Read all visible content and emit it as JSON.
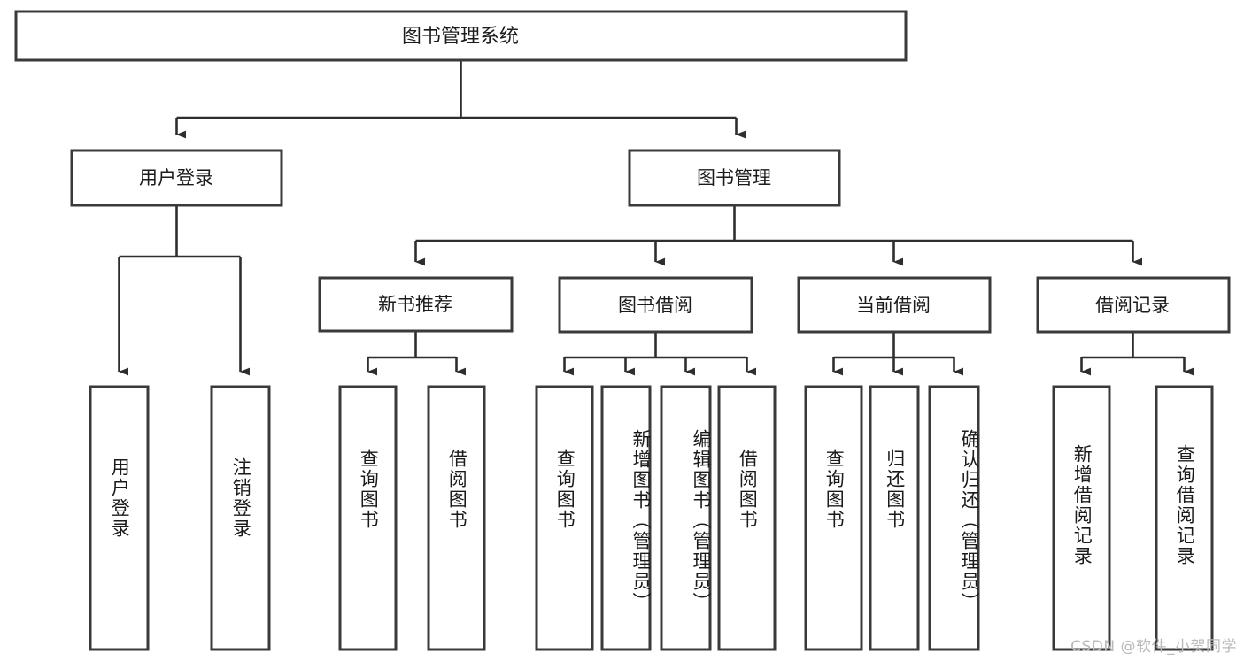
{
  "diagram": {
    "title": "图书管理系统",
    "type": "hierarchy-tree",
    "watermark": "CSDN @软件_小贺同学",
    "colors": {
      "background": "#ffffff",
      "box_stroke": "#3a3a3a",
      "edge_stroke": "#2e2e2e",
      "text": "#1b1b1b",
      "watermark": "#b9b9b9"
    },
    "nodes": {
      "root": {
        "label": "图书管理系统",
        "level": 1
      },
      "level2": [
        {
          "id": "user-login",
          "label": "用户登录"
        },
        {
          "id": "book-manage",
          "label": "图书管理"
        }
      ],
      "level3": [
        {
          "id": "new-book-recommend",
          "label": "新书推荐",
          "parent": "book-manage"
        },
        {
          "id": "book-borrow",
          "label": "图书借阅",
          "parent": "book-manage"
        },
        {
          "id": "current-borrow",
          "label": "当前借阅",
          "parent": "book-manage"
        },
        {
          "id": "borrow-record",
          "label": "借阅记录",
          "parent": "book-manage"
        }
      ],
      "leaves": [
        {
          "id": "leaf-user-login",
          "label": "用户登录",
          "parent": "user-login"
        },
        {
          "id": "leaf-logout-login",
          "label": "注销登录",
          "parent": "user-login"
        },
        {
          "id": "leaf-query-book-1",
          "label": "查询图书",
          "parent": "new-book-recommend"
        },
        {
          "id": "leaf-borrow-book-1",
          "label": "借阅图书",
          "parent": "new-book-recommend"
        },
        {
          "id": "leaf-query-book-2",
          "label": "查询图书",
          "parent": "book-borrow"
        },
        {
          "id": "leaf-add-book",
          "label": "新增图书（管理员）",
          "parent": "book-borrow"
        },
        {
          "id": "leaf-edit-book",
          "label": "编辑图书（管理员）",
          "parent": "book-borrow"
        },
        {
          "id": "leaf-borrow-book-2",
          "label": "借阅图书",
          "parent": "book-borrow"
        },
        {
          "id": "leaf-query-book-3",
          "label": "查询图书",
          "parent": "current-borrow"
        },
        {
          "id": "leaf-return-book",
          "label": "归还图书",
          "parent": "current-borrow"
        },
        {
          "id": "leaf-confirm-return",
          "label": "确认归还（管理员）",
          "parent": "current-borrow"
        },
        {
          "id": "leaf-add-record",
          "label": "新增借阅记录",
          "parent": "borrow-record"
        },
        {
          "id": "leaf-query-record",
          "label": "查询借阅记录",
          "parent": "borrow-record"
        }
      ]
    }
  }
}
